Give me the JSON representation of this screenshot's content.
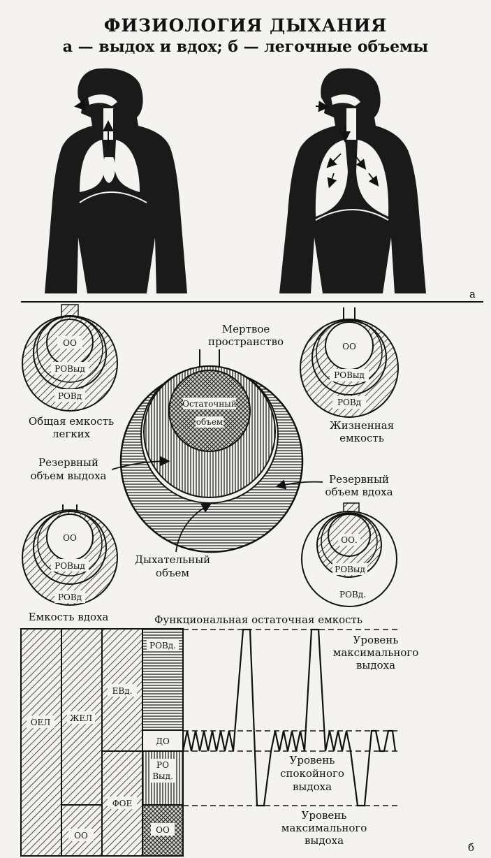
{
  "title": "ФИЗИОЛОГИЯ ДЫХАНИЯ",
  "subtitle": "а — выдох и вдох; б — легочные объемы",
  "panel_a_letter": "а",
  "panel_b_letter": "б",
  "circles": {
    "oo": "ОО",
    "rovyd": "РОВыд",
    "rovd": "РОВд",
    "rovd_dot": "РОВд.",
    "oo_dot": "ОО."
  },
  "captions": {
    "total_capacity": [
      "Общая емкость",
      "легких"
    ],
    "vital_capacity": [
      "Жизненная",
      "емкость"
    ],
    "inspiratory_capacity": "Емкость вдоха",
    "frc": "Функциональная остаточная емкость"
  },
  "center": {
    "dead_space": [
      "Мертвое",
      "пространство"
    ],
    "residual": [
      "Остаточный",
      "объем"
    ],
    "exp_reserve": [
      "Резервный",
      "объем выдоха"
    ],
    "insp_reserve": [
      "Резервный",
      "объем вдоха"
    ],
    "tidal": [
      "Дыхательный",
      "объем"
    ]
  },
  "bars": {
    "oel": "ОЕЛ",
    "zhel": "ЖЕЛ",
    "oo": "ОО",
    "evd": "ЕВд.",
    "foe": "ФОЕ",
    "rovd": "РОВд.",
    "do": "ДО",
    "ro": "РО",
    "vyd": "Выд.",
    "oo2": "ОО"
  },
  "levels": {
    "max_top": [
      "Уровень",
      "максимального",
      "выдоха"
    ],
    "calm": [
      "Уровень",
      "спокойного",
      "выдоха"
    ],
    "max_bottom": [
      "Уровень",
      "максимального",
      "выдоха"
    ]
  }
}
